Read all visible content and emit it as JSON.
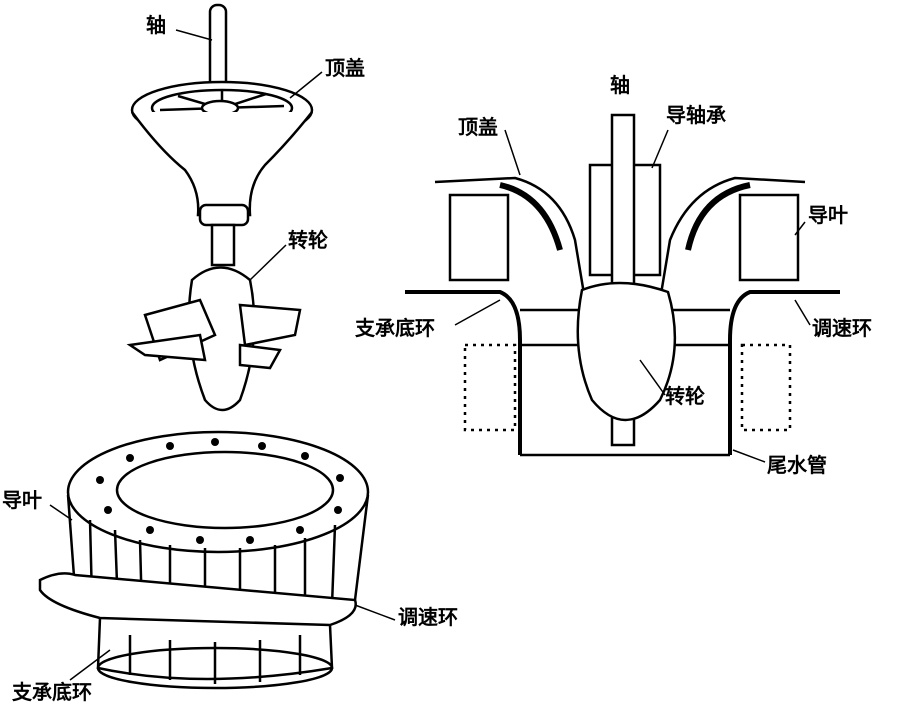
{
  "left_runner": {
    "shaft": "轴",
    "head_cover": "顶盖",
    "runner": "转轮"
  },
  "left_guide_apparatus": {
    "guide_vane": "导叶",
    "regulating_ring": "调速环",
    "support_bottom_ring": "支承底环"
  },
  "right_section": {
    "shaft": "轴",
    "head_cover": "顶盖",
    "guide_bearing": "导轴承",
    "guide_vane": "导叶",
    "regulating_ring": "调速环",
    "support_bottom_ring": "支承底环",
    "runner": "转轮",
    "draft_tube": "尾水管"
  }
}
